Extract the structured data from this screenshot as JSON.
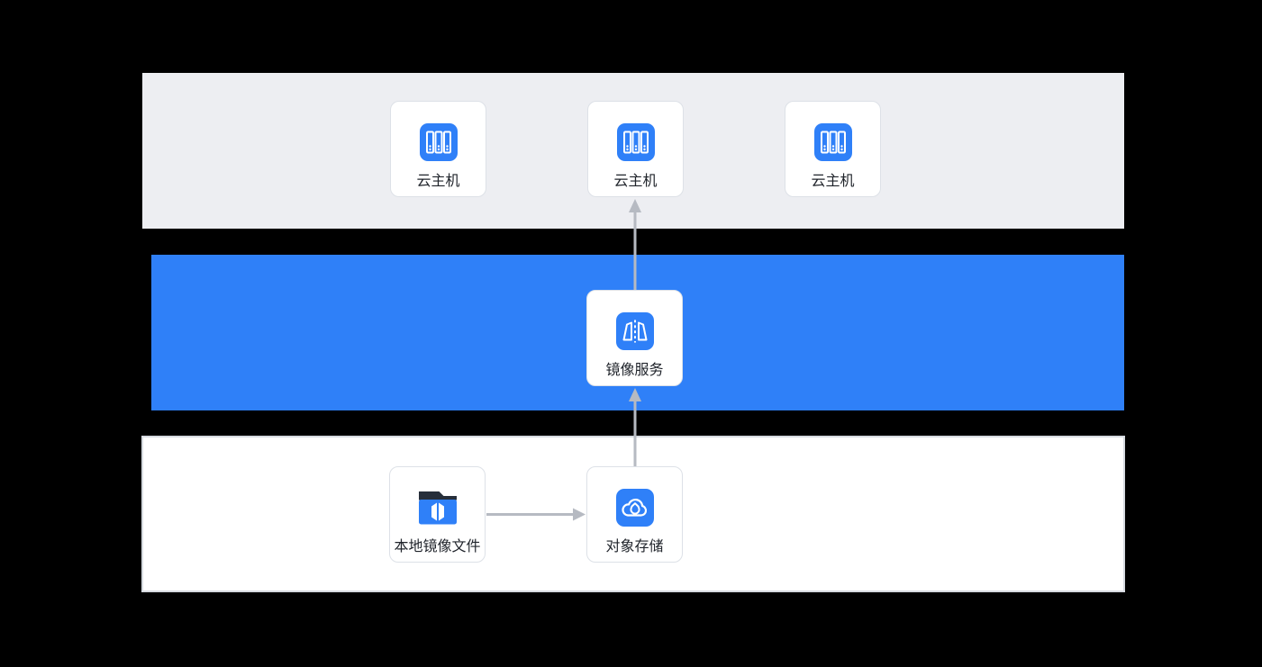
{
  "diagram": {
    "title": "image-service-architecture",
    "layers": [
      {
        "name": "cloud-host-layer",
        "color": "#EDEEF2"
      },
      {
        "name": "image-service-layer",
        "color": "#2F80F8"
      },
      {
        "name": "storage-layer",
        "color": "#FFFFFF"
      }
    ],
    "nodes": {
      "cloud_hosts": [
        {
          "label": "云主机",
          "icon": "server-stack-icon"
        },
        {
          "label": "云主机",
          "icon": "server-stack-icon"
        },
        {
          "label": "云主机",
          "icon": "server-stack-icon"
        }
      ],
      "image_service": {
        "label": "镜像服务",
        "icon": "mirror-icon"
      },
      "local_image_file": {
        "label": "本地镜像文件",
        "icon": "folder-mirror-icon"
      },
      "object_storage": {
        "label": "对象存储",
        "icon": "cloud-sync-icon"
      }
    },
    "connections": [
      {
        "from": "local_image_file",
        "to": "object_storage",
        "direction": "right"
      },
      {
        "from": "object_storage",
        "to": "image_service",
        "direction": "up"
      },
      {
        "from": "image_service",
        "to": "cloud_host_2",
        "direction": "up"
      }
    ],
    "colors": {
      "background": "#000000",
      "accent_blue": "#2F80F8",
      "band_gray": "#EDEEF2",
      "card_white": "#FFFFFF",
      "card_border": "#DDE1E7",
      "white_band_border": "#D6DAE0",
      "arrow_gray": "#B6BAC2",
      "label_text": "#20242B",
      "folder_dark": "#262E3A"
    }
  }
}
